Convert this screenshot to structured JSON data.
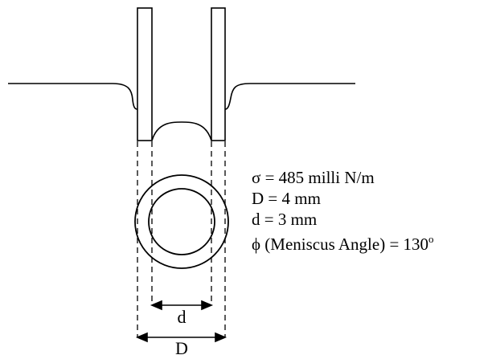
{
  "diagram": {
    "dimensions": {
      "inner_label": "d",
      "outer_label": "D"
    },
    "annotations": {
      "sigma": "σ = 485 milli N/m",
      "D": "D = 4 mm",
      "d": "d = 3 mm",
      "phi_text": "ϕ (Meniscus Angle) = 130",
      "phi_degree": "o"
    },
    "colors": {
      "line": "#000000",
      "background": "#ffffff"
    }
  }
}
